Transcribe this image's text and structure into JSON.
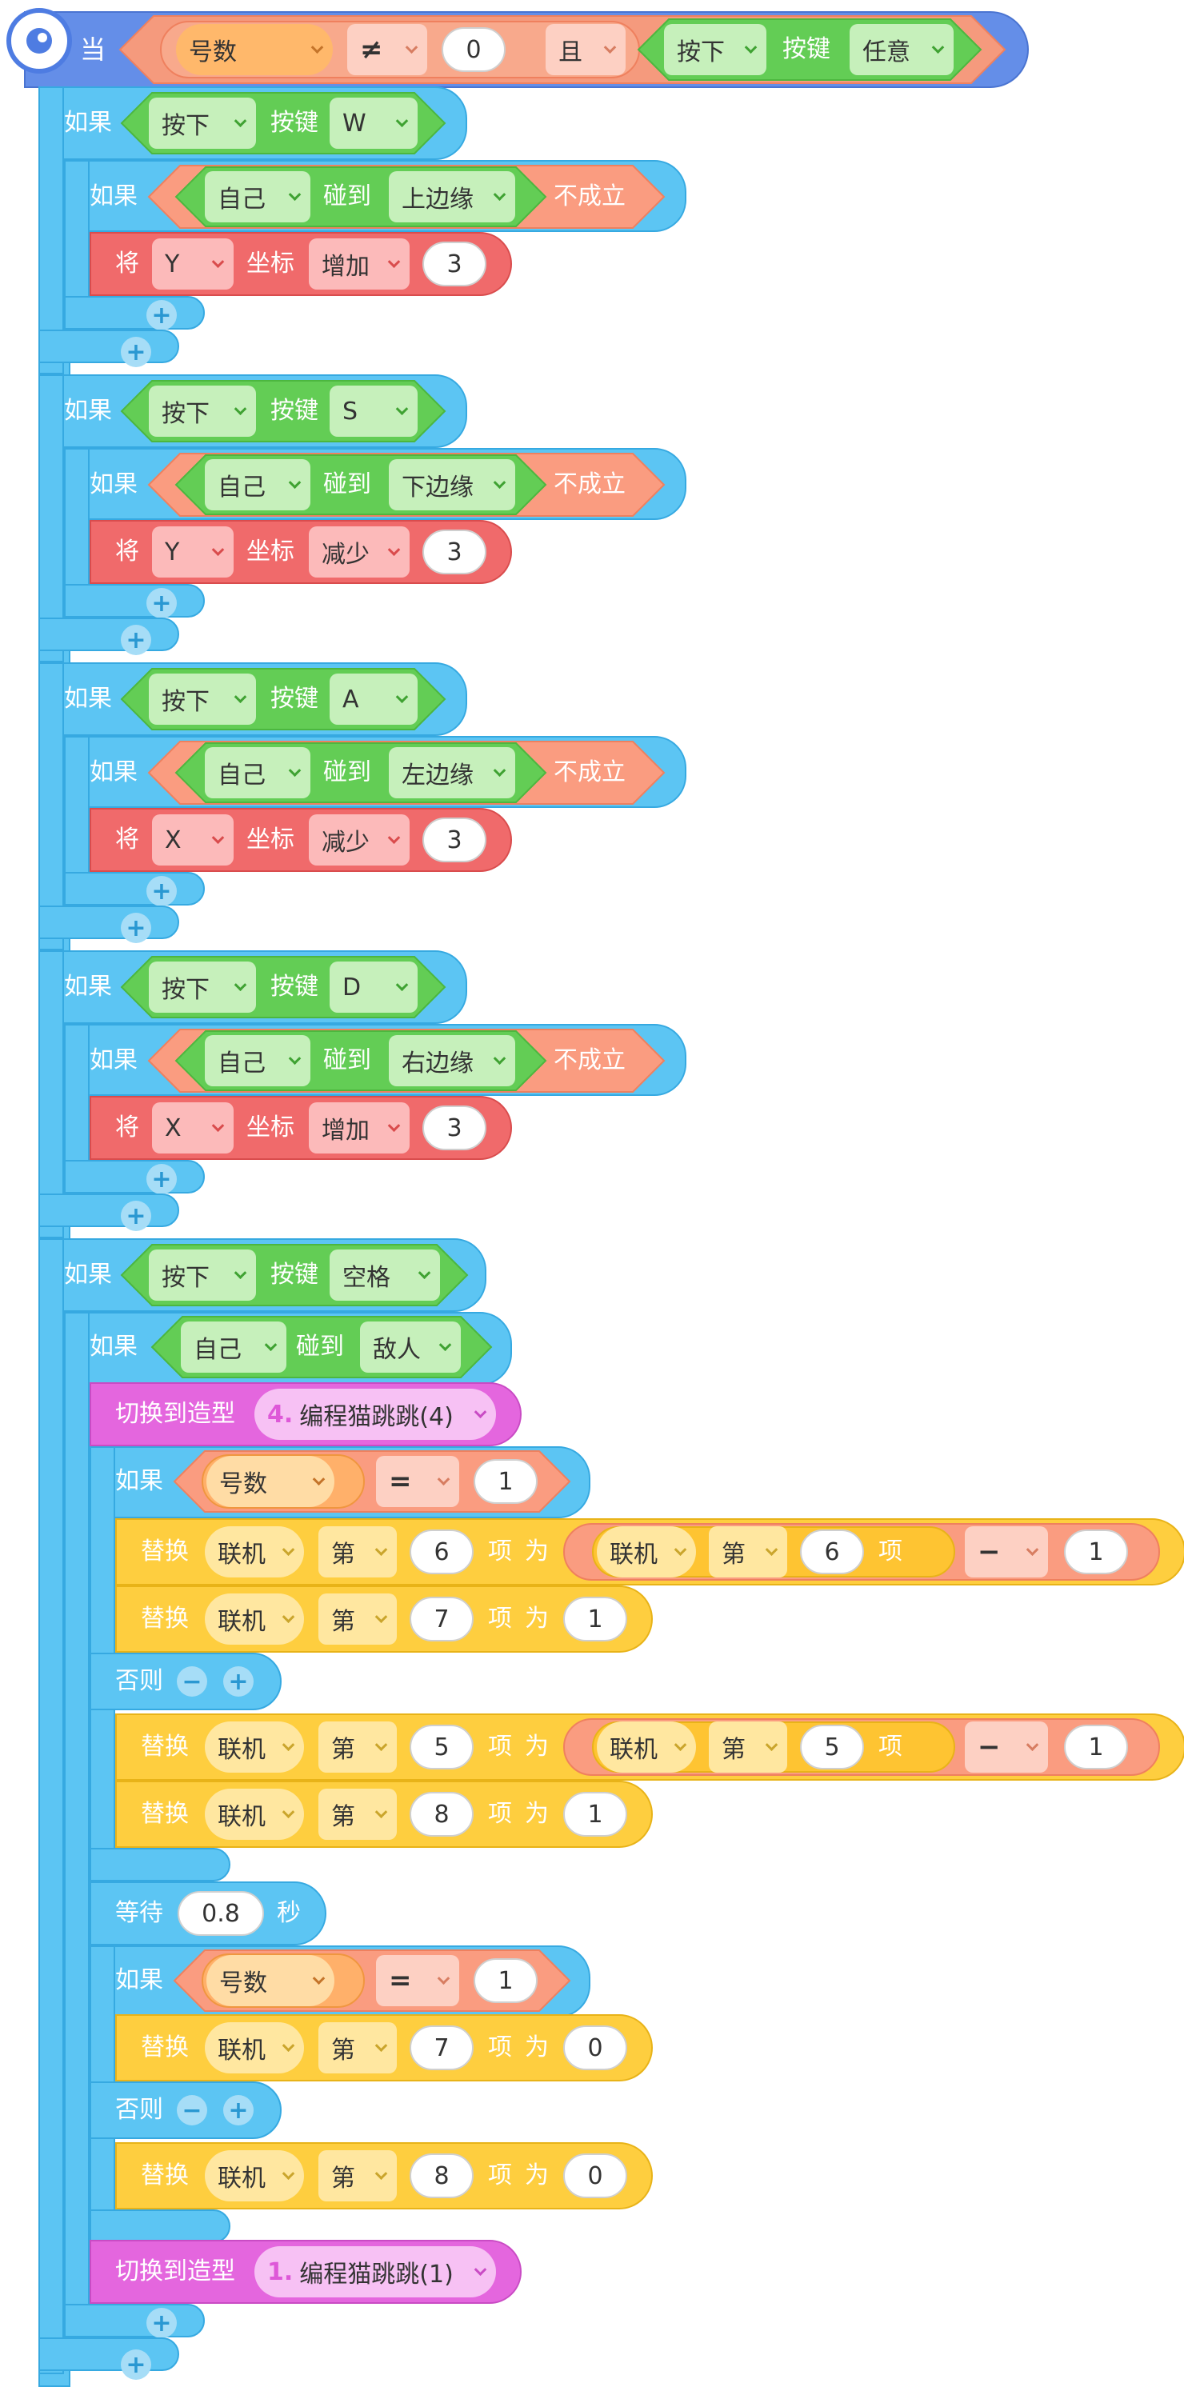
{
  "colors": {
    "control": "#5cc5f3",
    "control_edge": "#36a9e1",
    "hat": "#648ee8",
    "sensing": "#63cd55",
    "sensing_edge": "#4cb73f",
    "sensing_field": "#c6f0bb",
    "operator": "#fa9c80",
    "operator_edge": "#ef805e",
    "operator_field": "#fdd0c3",
    "variable": "#ffb86b",
    "variable_field": "#ffdca5",
    "motion": "#f06a6b",
    "motion_edge": "#d94c4d",
    "motion_field": "#fcbaba",
    "list": "#fece3f",
    "list_edge": "#e8b318",
    "list_field": "#ffe7a0",
    "looks": "#e466de",
    "looks_edge": "#c94bc4",
    "looks_field": "#f7c1f4",
    "looks_number": "#de58d8"
  },
  "icons": {
    "hat_icon": "broadcast-icon"
  },
  "script": {
    "hat": {
      "label": "当",
      "var": "号数",
      "op": "≠",
      "value": "0",
      "and": "且",
      "key_action": "按下",
      "key_word": "按键",
      "key": "任意"
    },
    "ui": {
      "if": "如果",
      "not_true": "不成立",
      "press": "按下",
      "key": "按键",
      "self": "自己",
      "touch": "碰到",
      "set": "将",
      "coord": "坐标",
      "plus": "+",
      "minus": "−",
      "else": "否则",
      "replace": "替换",
      "list": "联机",
      "nth": "第",
      "item": "项",
      "as": "为",
      "equals": "=",
      "minus_op": "−",
      "switch_costume": "切换到造型",
      "wait": "等待",
      "seconds": "秒"
    },
    "keys": [
      {
        "key": "W",
        "edge": "上边缘",
        "axis": "Y",
        "change": "增加",
        "amount": "3"
      },
      {
        "key": "S",
        "edge": "下边缘",
        "axis": "Y",
        "change": "减少",
        "amount": "3"
      },
      {
        "key": "A",
        "edge": "左边缘",
        "axis": "X",
        "change": "减少",
        "amount": "3"
      },
      {
        "key": "D",
        "edge": "右边缘",
        "axis": "X",
        "change": "增加",
        "amount": "3"
      }
    ],
    "space": {
      "key": "空格",
      "target": "敌人",
      "costume1_num": "4.",
      "costume1_name": "编程猫跳跳(4)",
      "if1": {
        "var": "号数",
        "value": "1",
        "then": [
          {
            "index": "6",
            "inner_index": "6",
            "sub": "1"
          },
          {
            "index": "7",
            "value": "1"
          }
        ],
        "else": [
          {
            "index": "5",
            "inner_index": "5",
            "sub": "1"
          },
          {
            "index": "8",
            "value": "1"
          }
        ]
      },
      "wait": "0.8",
      "if2": {
        "var": "号数",
        "value": "1",
        "then": {
          "index": "7",
          "value": "0"
        },
        "else": {
          "index": "8",
          "value": "0"
        }
      },
      "costume2_num": "1.",
      "costume2_name": "编程猫跳跳(1)"
    }
  }
}
